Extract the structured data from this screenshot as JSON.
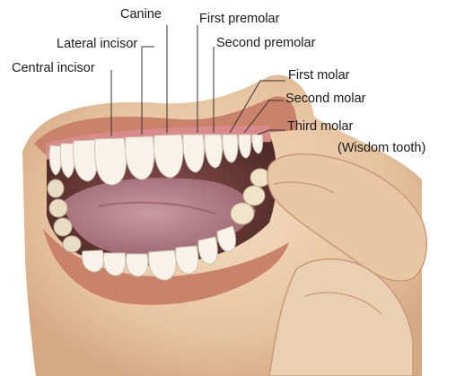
{
  "labels": {
    "canine": "Canine",
    "first_premolar": "First premolar",
    "lateral_incisor": "Lateral incisor",
    "second_premolar": "Second premolar",
    "central_incisor": "Central incisor",
    "first_molar": "First molar",
    "second_molar": "Second molar",
    "third_molar": "Third molar",
    "wisdom_tooth": "(Wisdom tooth)"
  },
  "colors": {
    "skin": "#e9c9a6",
    "skin_shadow": "#c99a78",
    "lip": "#c9836b",
    "gum": "#d98a8a",
    "tongue": "#b87a86",
    "mouth_dark": "#6a3f3a",
    "tooth": "#f7f3ea",
    "leader": "#333333"
  }
}
